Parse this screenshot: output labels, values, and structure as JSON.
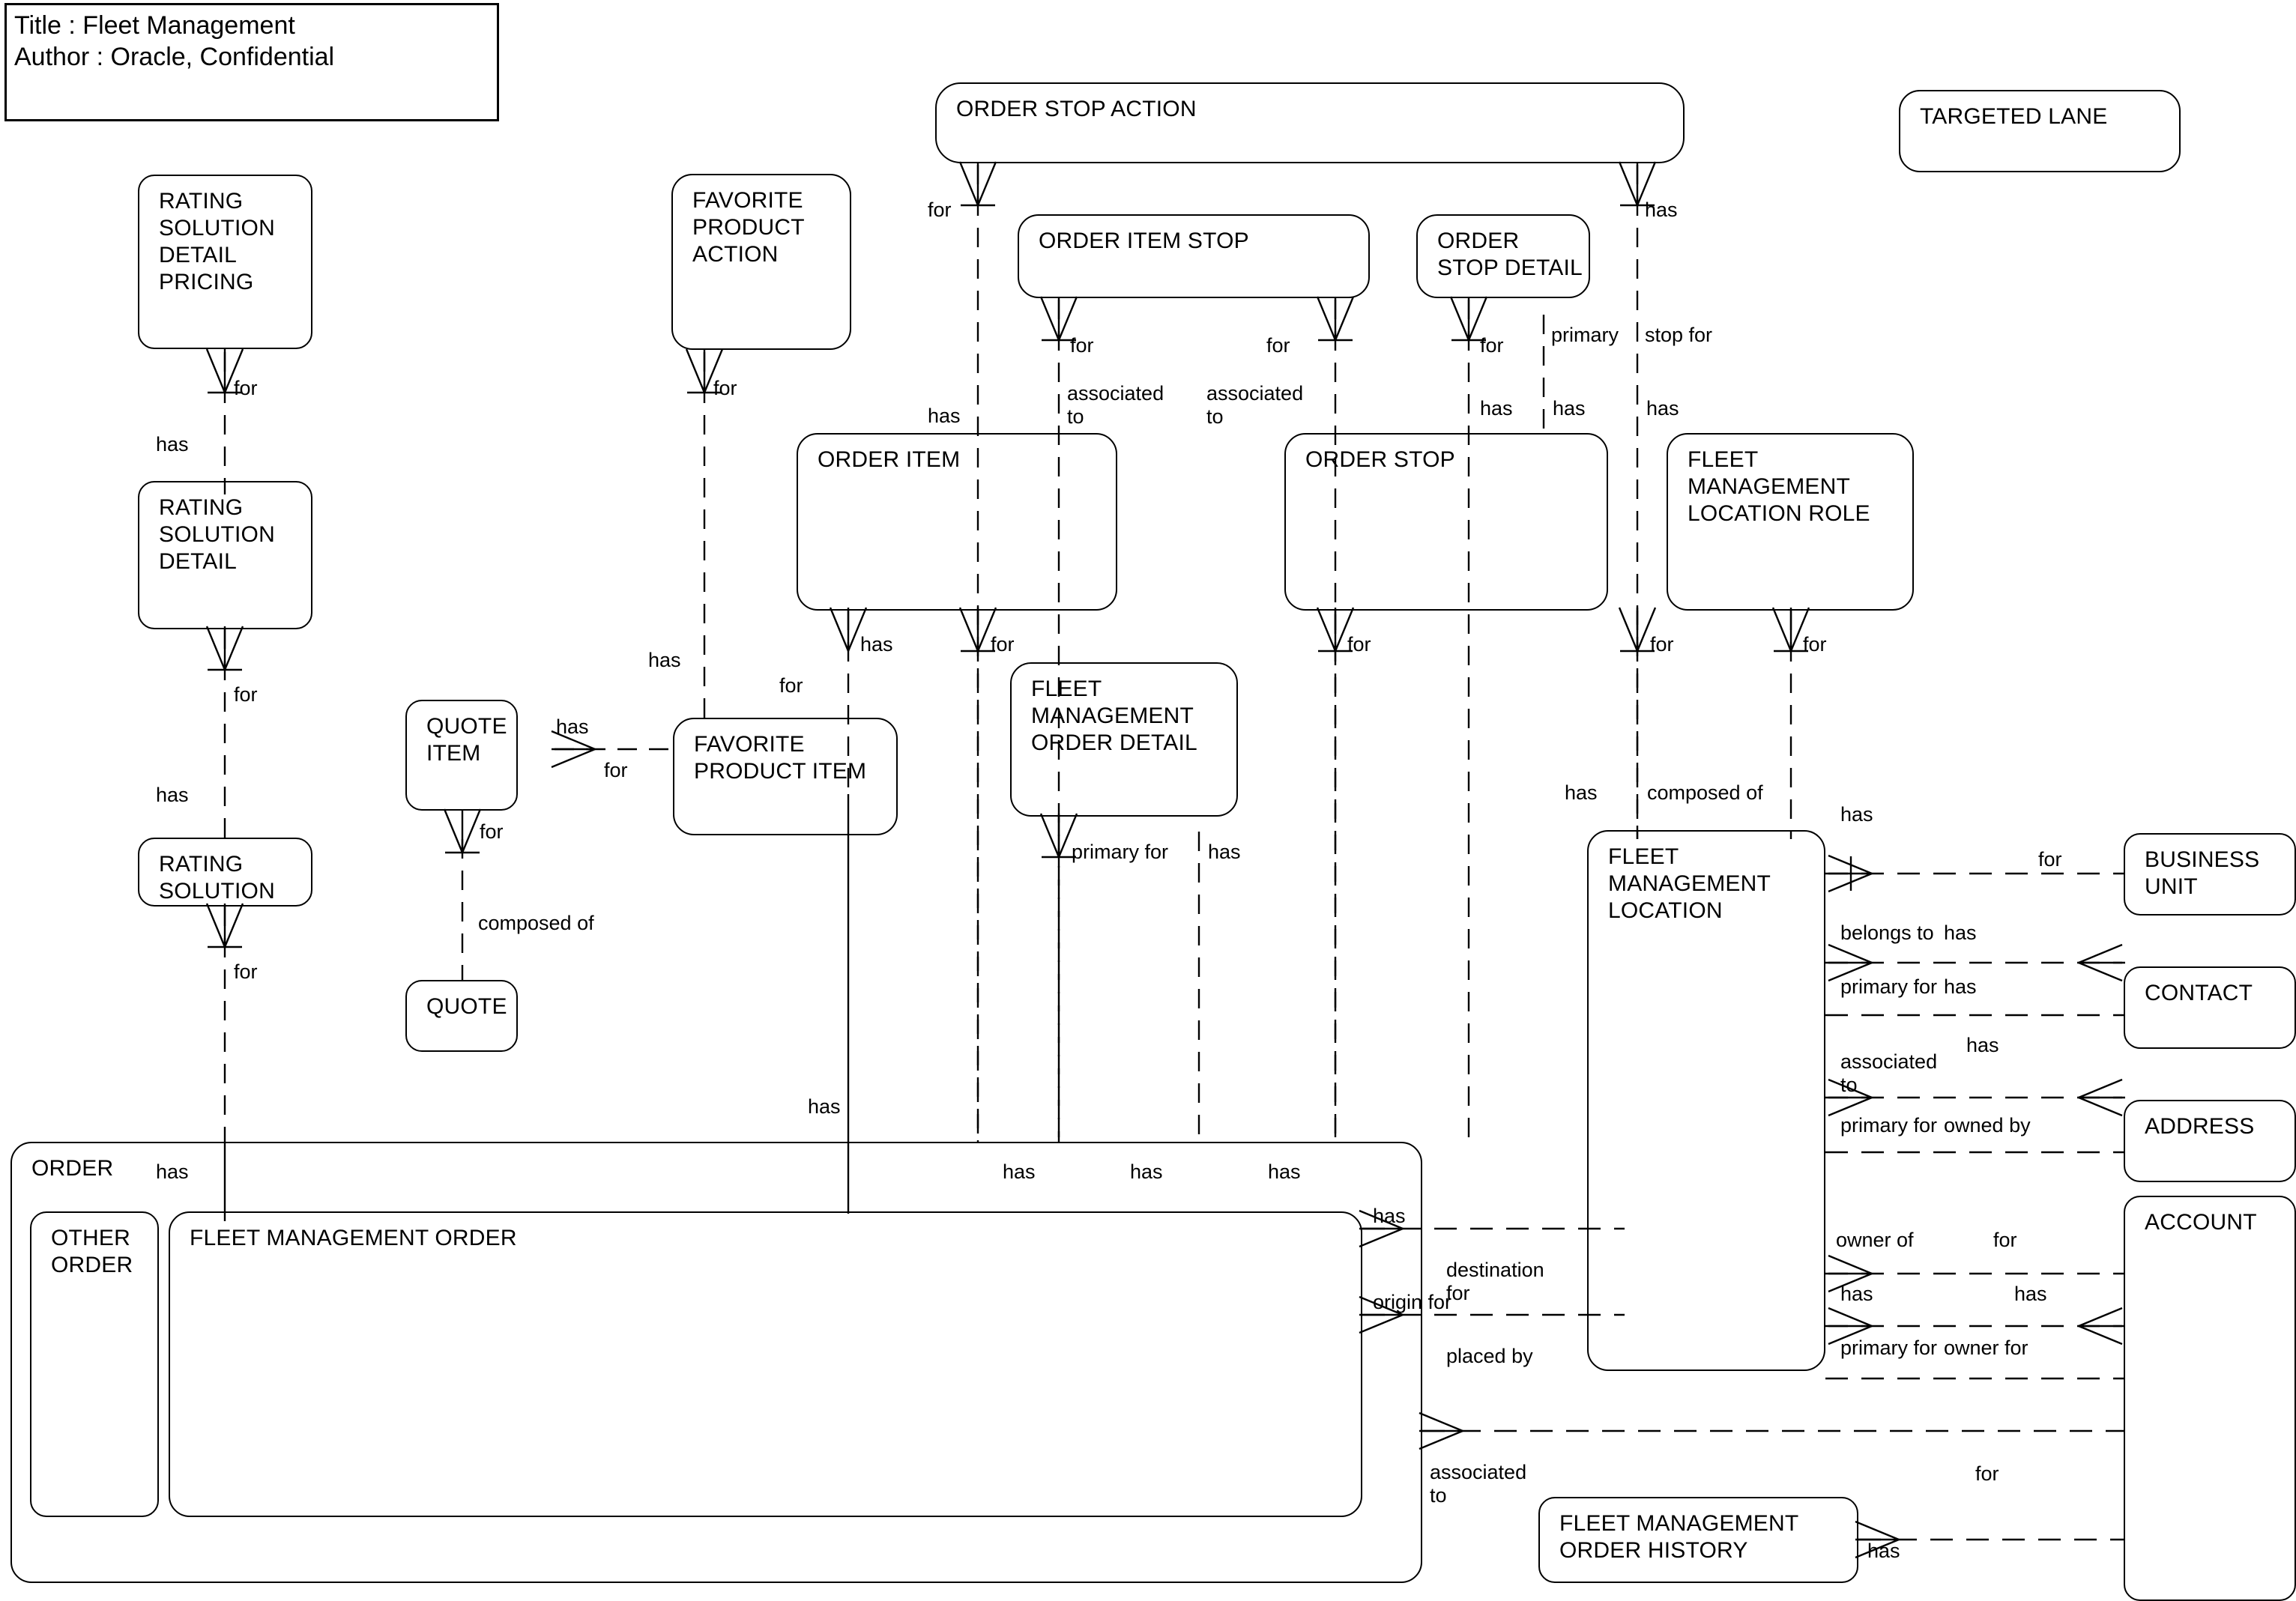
{
  "title_block": {
    "title_line": "Title : Fleet Management",
    "author_line": "Author : Oracle, Confidential"
  },
  "diagram": {
    "kind": "entity-relationship-diagram",
    "notation": "crow's foot (Oracle Barker)",
    "line_color": "#000000",
    "background": "#ffffff"
  },
  "entities": [
    {
      "id": "rating-solution-detail-pricing",
      "name": "RATING\nSOLUTION\nDETAIL\nPRICING"
    },
    {
      "id": "rating-solution-detail",
      "name": "RATING\nSOLUTION\nDETAIL"
    },
    {
      "id": "rating-solution",
      "name": "RATING\nSOLUTION"
    },
    {
      "id": "favorite-product-action",
      "name": "FAVORITE\nPRODUCT\nACTION"
    },
    {
      "id": "favorite-product-item",
      "name": "FAVORITE\nPRODUCT ITEM"
    },
    {
      "id": "quote-item",
      "name": "QUOTE\nITEM"
    },
    {
      "id": "quote",
      "name": "QUOTE"
    },
    {
      "id": "order-stop-action",
      "name": "ORDER STOP ACTION"
    },
    {
      "id": "order-item-stop",
      "name": "ORDER ITEM STOP"
    },
    {
      "id": "order-stop-detail",
      "name": "ORDER\nSTOP DETAIL"
    },
    {
      "id": "order-item",
      "name": "ORDER ITEM"
    },
    {
      "id": "order-stop",
      "name": "ORDER STOP"
    },
    {
      "id": "fleet-management-location-role",
      "name": "FLEET\nMANAGEMENT\nLOCATION ROLE"
    },
    {
      "id": "fleet-management-order-detail",
      "name": "FLEET\nMANAGEMENT\nORDER DETAIL"
    },
    {
      "id": "fleet-management-location",
      "name": "FLEET\nMANAGEMENT\nLOCATION"
    },
    {
      "id": "targeted-lane",
      "name": "TARGETED LANE"
    },
    {
      "id": "business-unit",
      "name": "BUSINESS\nUNIT"
    },
    {
      "id": "contact",
      "name": "CONTACT"
    },
    {
      "id": "address",
      "name": "ADDRESS"
    },
    {
      "id": "account",
      "name": "ACCOUNT"
    },
    {
      "id": "order",
      "name": "ORDER"
    },
    {
      "id": "other-order",
      "name": "OTHER\nORDER"
    },
    {
      "id": "fleet-management-order",
      "name": "FLEET MANAGEMENT ORDER"
    },
    {
      "id": "fleet-management-order-history",
      "name": "FLEET MANAGEMENT\nORDER HISTORY"
    }
  ],
  "relationship_labels": [
    {
      "id": "l01",
      "text": "for"
    },
    {
      "id": "l02",
      "text": "has"
    },
    {
      "id": "l03",
      "text": "for"
    },
    {
      "id": "l04",
      "text": "has"
    },
    {
      "id": "l05",
      "text": "for"
    },
    {
      "id": "l06",
      "text": "for"
    },
    {
      "id": "l07",
      "text": "has"
    },
    {
      "id": "l08",
      "text": "has"
    },
    {
      "id": "l09",
      "text": "for"
    },
    {
      "id": "l10",
      "text": "for"
    },
    {
      "id": "l11",
      "text": "composed of"
    },
    {
      "id": "l12",
      "text": "for"
    },
    {
      "id": "l13",
      "text": "for"
    },
    {
      "id": "l14",
      "text": "has"
    },
    {
      "id": "l15",
      "text": "for"
    },
    {
      "id": "l16",
      "text": "for"
    },
    {
      "id": "l17",
      "text": "associated\nto"
    },
    {
      "id": "l18",
      "text": "associated\nto"
    },
    {
      "id": "l19",
      "text": "for"
    },
    {
      "id": "l20",
      "text": "has"
    },
    {
      "id": "l21",
      "text": "has"
    },
    {
      "id": "l22",
      "text": "primary"
    },
    {
      "id": "l23",
      "text": "stop for"
    },
    {
      "id": "l24",
      "text": "has"
    },
    {
      "id": "l25",
      "text": "has"
    },
    {
      "id": "l26",
      "text": "has"
    },
    {
      "id": "l27",
      "text": "for"
    },
    {
      "id": "l28",
      "text": "for"
    },
    {
      "id": "l29",
      "text": "for"
    },
    {
      "id": "l30",
      "text": "for"
    },
    {
      "id": "l31",
      "text": "primary for"
    },
    {
      "id": "l32",
      "text": "has"
    },
    {
      "id": "l33",
      "text": "has"
    },
    {
      "id": "l34",
      "text": "composed of"
    },
    {
      "id": "l35",
      "text": "has"
    },
    {
      "id": "l36",
      "text": "has"
    },
    {
      "id": "l37",
      "text": "has"
    },
    {
      "id": "l38",
      "text": "has"
    },
    {
      "id": "l39",
      "text": "has"
    },
    {
      "id": "l40",
      "text": "has"
    },
    {
      "id": "l41",
      "text": "origin for"
    },
    {
      "id": "l42",
      "text": "destination\nfor"
    },
    {
      "id": "l43",
      "text": "placed by"
    },
    {
      "id": "l44",
      "text": "associated\nto"
    },
    {
      "id": "l45",
      "text": "has"
    },
    {
      "id": "l46",
      "text": "for"
    },
    {
      "id": "l47",
      "text": "belongs to"
    },
    {
      "id": "l48",
      "text": "has"
    },
    {
      "id": "l49",
      "text": "primary for"
    },
    {
      "id": "l50",
      "text": "has"
    },
    {
      "id": "l51",
      "text": "associated\nto"
    },
    {
      "id": "l52",
      "text": "has"
    },
    {
      "id": "l53",
      "text": "primary for"
    },
    {
      "id": "l54",
      "text": "owned by"
    },
    {
      "id": "l55",
      "text": "owner of"
    },
    {
      "id": "l56",
      "text": "for"
    },
    {
      "id": "l57",
      "text": "has"
    },
    {
      "id": "l58",
      "text": "has"
    },
    {
      "id": "l59",
      "text": "primary for"
    },
    {
      "id": "l60",
      "text": "owner for"
    },
    {
      "id": "l61",
      "text": "for"
    },
    {
      "id": "l62",
      "text": "has"
    }
  ]
}
